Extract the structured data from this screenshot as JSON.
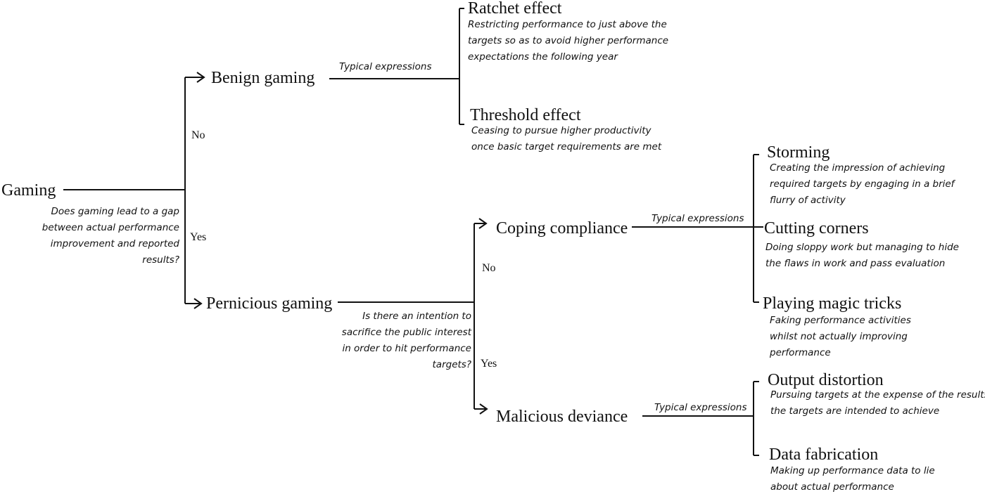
{
  "root": {
    "title": "Gaming",
    "question": [
      "Does gaming lead to a gap",
      "between actual performance",
      "improvement and reported",
      "results?"
    ]
  },
  "branch_labels": {
    "no1": "No",
    "yes1": "Yes",
    "no2": "No",
    "yes2": "Yes"
  },
  "benign": {
    "title": "Benign gaming",
    "expr": "Typical expressions",
    "items": [
      {
        "title": "Ratchet effect",
        "desc": [
          "Restricting performance to just above the",
          "targets so as to avoid higher performance",
          "expectations the following year"
        ]
      },
      {
        "title": "Threshold effect",
        "desc": [
          "Ceasing to pursue higher productivity",
          "once basic target requirements are met"
        ]
      }
    ]
  },
  "pernicious": {
    "title": "Pernicious gaming",
    "question": [
      "Is there an intention to",
      "sacrifice the public interest",
      "in order to hit performance",
      "targets?"
    ]
  },
  "coping": {
    "title": "Coping compliance",
    "expr": "Typical expressions",
    "items": [
      {
        "title": "Storming",
        "desc": [
          "Creating the impression of achieving",
          "required targets by engaging in a brief",
          "flurry of activity"
        ]
      },
      {
        "title": "Cutting corners",
        "desc": [
          "Doing sloppy work but managing to hide",
          "the flaws in work and pass evaluation"
        ]
      },
      {
        "title": "Playing magic tricks",
        "desc": [
          "Faking performance activities",
          "whilst not actually improving",
          "performance"
        ]
      }
    ]
  },
  "malicious": {
    "title": "Malicious deviance",
    "expr": "Typical expressions",
    "items": [
      {
        "title": "Output distortion",
        "desc": [
          "Pursuing targets at the expense of the results",
          "the targets are intended to achieve"
        ]
      },
      {
        "title": "Data fabrication",
        "desc": [
          "Making up performance data to lie",
          "about actual performance"
        ]
      }
    ]
  }
}
